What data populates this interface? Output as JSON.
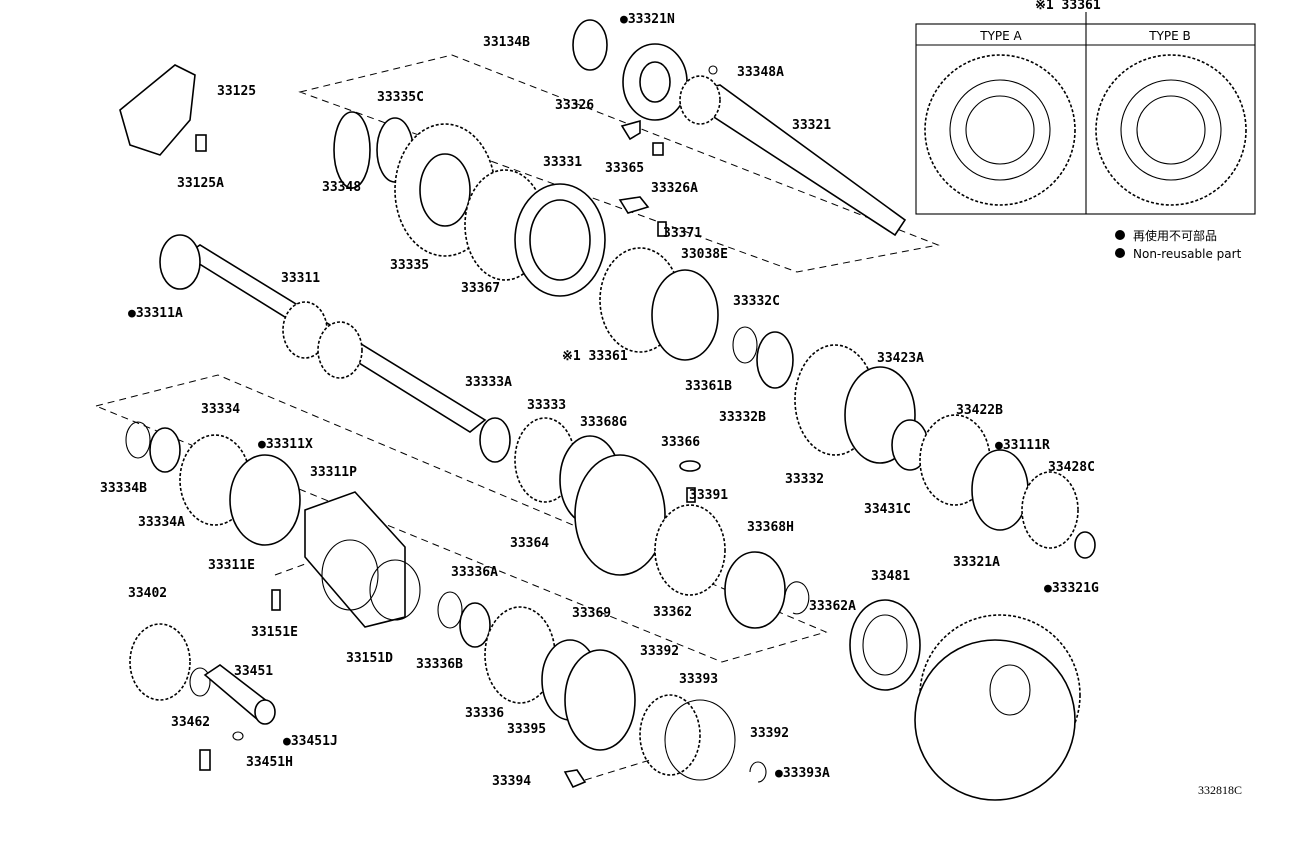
{
  "diagram": {
    "labels": [
      "33134B",
      "●33321N",
      "33348A",
      "33326",
      "33321",
      "33326A",
      "33365",
      "33331",
      "33371",
      "33038E",
      "33125",
      "33125A",
      "33335C",
      "33348",
      "33335",
      "33367",
      "33311",
      "●33311A",
      "33332C",
      "※1 33361",
      "33361B",
      "33332B",
      "33423A",
      "33333A",
      "33333",
      "33368G",
      "33366",
      "33391",
      "33332",
      "33422B",
      "●33111R",
      "33428C",
      "33431C",
      "33334",
      "33334B",
      "33334A",
      "●33311X",
      "33311P",
      "33311E",
      "33364",
      "33368H",
      "33362",
      "33362A",
      "33321A",
      "●33321G",
      "33481",
      "33402",
      "33151E",
      "33151D",
      "33336A",
      "33369",
      "33336B",
      "33392",
      "33393",
      "33392",
      "33451",
      "33462",
      "●33451J",
      "33451H",
      "33336",
      "33395",
      "33394",
      "●33393A"
    ],
    "figure_code": "332818C"
  },
  "inset": {
    "callout": "※1 33361",
    "type_a": "TYPE A",
    "type_b": "TYPE B"
  },
  "legend": {
    "japanese": "再使用不可部品",
    "english": "Non-reusable part"
  }
}
